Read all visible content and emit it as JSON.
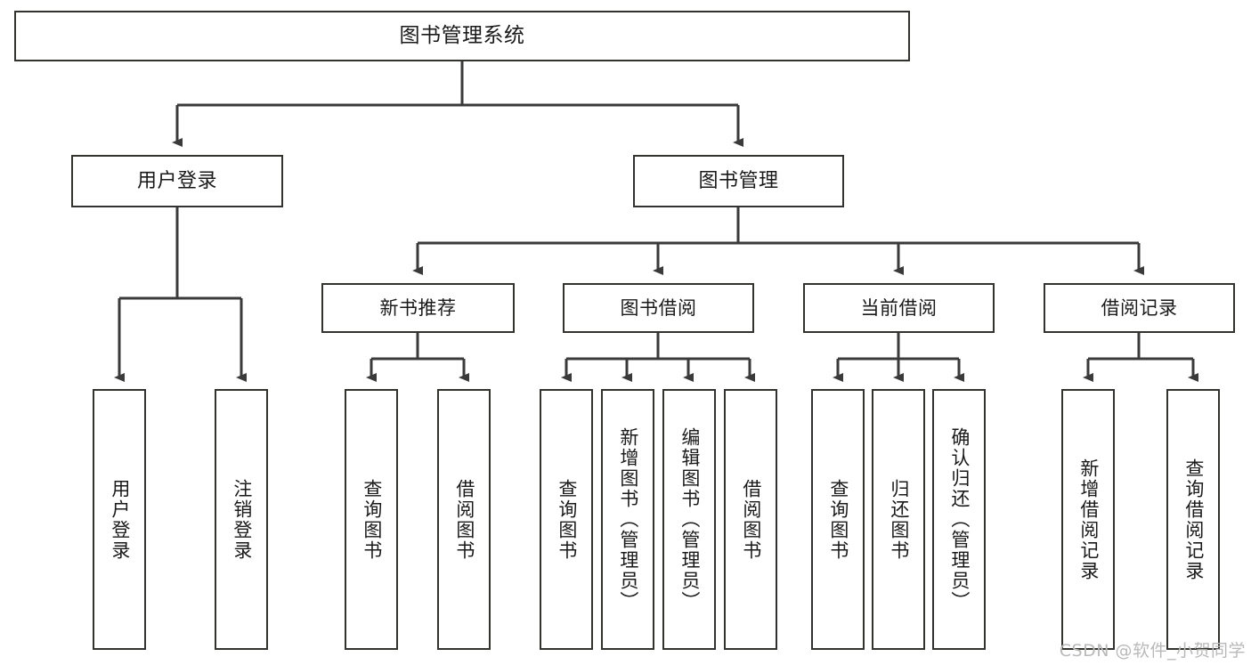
{
  "diagram": {
    "title": "图书管理系统",
    "type": "tree",
    "root": {
      "label": "图书管理系统"
    },
    "level2": [
      {
        "label": "用户登录"
      },
      {
        "label": "图书管理"
      }
    ],
    "level3": [
      {
        "label": "新书推荐"
      },
      {
        "label": "图书借阅"
      },
      {
        "label": "当前借阅"
      },
      {
        "label": "借阅记录"
      }
    ],
    "leaves": {
      "user_login": [
        {
          "label": "用户登录"
        },
        {
          "label": "注销登录"
        }
      ],
      "new_book_recommend": [
        {
          "label": "查询图书"
        },
        {
          "label": "借阅图书"
        }
      ],
      "book_borrow": [
        {
          "label": "查询图书"
        },
        {
          "label": "新增图书（管理员）"
        },
        {
          "label": "编辑图书（管理员）"
        },
        {
          "label": "借阅图书"
        }
      ],
      "current_borrow": [
        {
          "label": "查询图书"
        },
        {
          "label": "归还图书"
        },
        {
          "label": "确认归还（管理员）"
        }
      ],
      "borrow_record": [
        {
          "label": "新增借阅记录"
        },
        {
          "label": "查询借阅记录"
        }
      ]
    }
  },
  "watermark": {
    "text": "CSDN @软件_小贺同学"
  },
  "colors": {
    "node_border": "#33322f",
    "node_fill": "#ffffff",
    "connector": "#3a3a3a",
    "text": "#1a1a1a",
    "watermark": "#b9b9b9"
  }
}
